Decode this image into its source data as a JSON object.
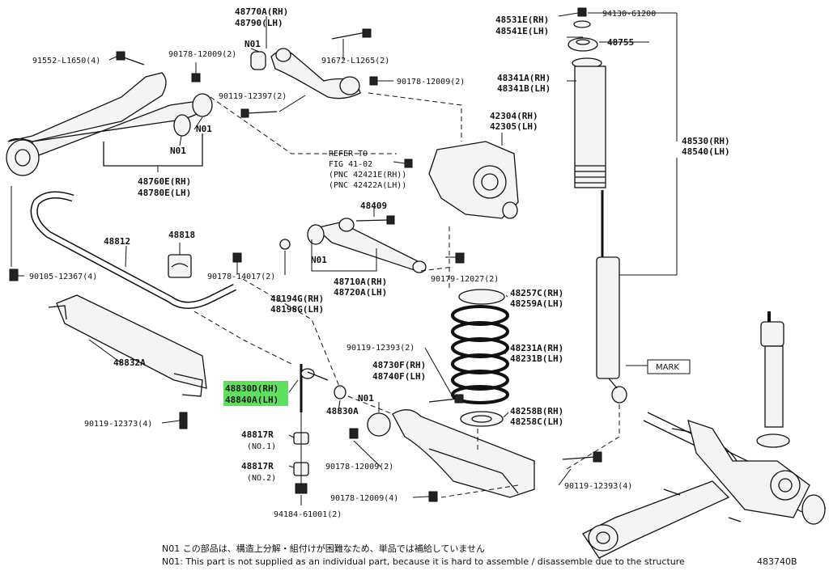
{
  "labels": {
    "p48770": "48770A(RH)",
    "p48790": "48790(LH)",
    "n01_top": "N01",
    "p91672": "91672-L1265(2)",
    "p90178_a": "90178-12009(2)",
    "p91552": "91552-L1650(4)",
    "p90178_b": "90178-12009(2)",
    "p90119_a": "90119-12397(2)",
    "n01_mid": "N01",
    "n01_left": "N01",
    "p48760": "48760E(RH)",
    "p48780": "48780E(LH)",
    "p48531": "48531E(RH)",
    "p48541": "48541E(LH)",
    "p94130": "94130-61200",
    "p48755": "48755",
    "p48341a": "48341A(RH)",
    "p48341b": "48341B(LH)",
    "p42304": "42304(RH)",
    "p42305": "42305(LH)",
    "p48530": "48530(RH)",
    "p48540": "48540(LH)",
    "refer1": "REFER TO",
    "refer2": "FIG 41-02",
    "refer3": "(PNC 42421E(RH))",
    "refer4": "(PNC 42422A(LH))",
    "p48409": "48409",
    "p48812": "48812",
    "p48818": "48818",
    "p90105": "90105-12367(4)",
    "p90178_c": "90178-14017(2)",
    "n01_arm": "N01",
    "p48194": "48194G(RH)",
    "p48198": "48198G(LH)",
    "p48710": "48710A(RH)",
    "p48720": "48720A(LH)",
    "p90179": "90179-12027(2)",
    "p48257": "48257C(RH)",
    "p48259": "48259A(LH)",
    "p48231a": "48231A(RH)",
    "p48231b": "48231B(LH)",
    "p48832": "48832A",
    "p90119_b": "90119-12393(2)",
    "mark": "MARK",
    "p48830d": "48830D(RH)",
    "p48840a": "48840A(LH)",
    "p48730": "48730F(RH)",
    "p48740": "48740F(LH)",
    "n01_low": "N01",
    "p48830a": "48830A",
    "p48258b": "48258B(RH)",
    "p48258c": "48258C(LH)",
    "p90119_c": "90119-12373(4)",
    "p48817_1": "48817R",
    "no1": "(NO.1)",
    "p90178_d": "90178-12009(2)",
    "p90119_d": "90119-12393(4)",
    "p48817_2": "48817R",
    "no2": "(NO.2)",
    "p90178_e": "90178-12009(4)",
    "p94184": "94184-61001(2)"
  },
  "footnotes": {
    "jp": "N01 この部品は、構造上分解・組付けが困難なため、単品では補給していません",
    "en": "N01: This part is not supplied as an individual part, because it is hard to assemble / disassemble due to the structure"
  },
  "figure_id": "483740B",
  "colors": {
    "highlight": "#5ee05e",
    "ink": "#111111"
  }
}
